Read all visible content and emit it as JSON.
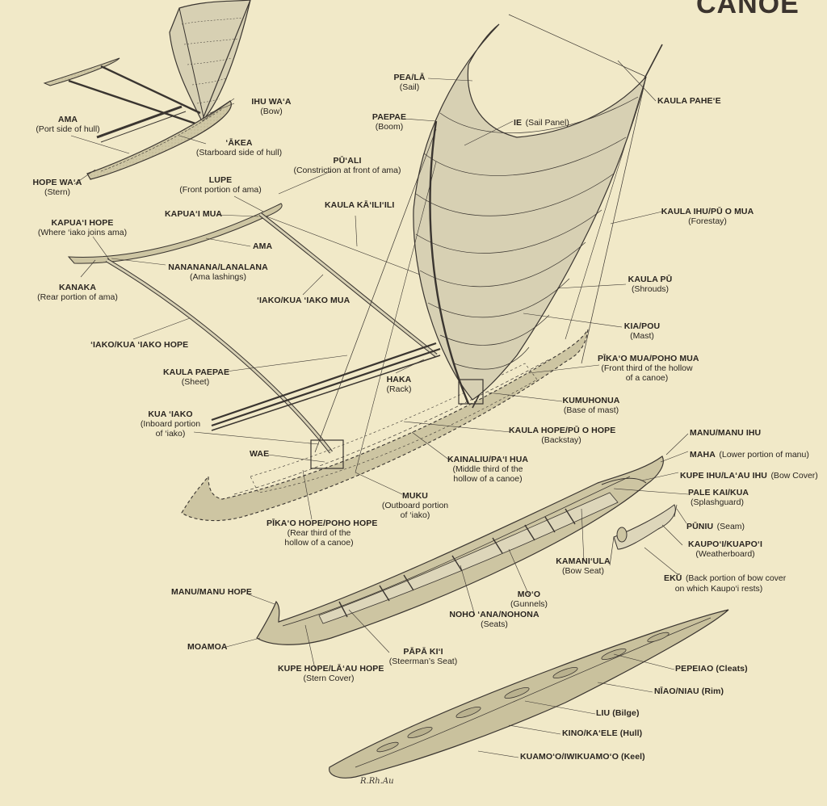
{
  "title": "CANOE",
  "signature": "R.Rh.Au",
  "labels": {
    "ama": {
      "term": "AMA",
      "desc": "(Port side of hull)"
    },
    "ihu_waa": {
      "term": "IHU WA‘A",
      "desc": "(Bow)"
    },
    "akea": {
      "term": "‘ĀKEA",
      "desc": "(Starboard side of hull)"
    },
    "hope_waa": {
      "term": "HOPE WA‘A",
      "desc": "(Stern)"
    },
    "puali": {
      "term": "PŪ‘ALI",
      "desc": "(Constriction at front of ama)"
    },
    "lupe": {
      "term": "LUPE",
      "desc": "(Front portion of ama)"
    },
    "kapuai_mua": {
      "term": "KAPUA‘I MUA"
    },
    "kaula_kailiili": {
      "term": "KAULA KĀ‘ILI‘ILI"
    },
    "kapuai_hope": {
      "term": "KAPUA‘I HOPE",
      "desc": "(Where ‘iako joins ama)"
    },
    "ama2": {
      "term": "AMA"
    },
    "nanana": {
      "term": "NANANANA/LANALANA",
      "desc": "(Ama lashings)"
    },
    "kanaka": {
      "term": "KANAKA",
      "desc": "(Rear portion of ama)"
    },
    "iako_mua": {
      "term": "‘IAKO/KUA ‘IAKO MUA"
    },
    "iako_hope": {
      "term": "‘IAKO/KUA ‘IAKO HOPE"
    },
    "kaula_paepae": {
      "term": "KAULA PAEPAE",
      "desc": "(Sheet)"
    },
    "kua_iako": {
      "term": "KUA ‘IAKO",
      "desc1": "(Inboard portion",
      "desc2": "of ‘iako)"
    },
    "wae": {
      "term": "WAE"
    },
    "haka": {
      "term": "HAKA",
      "desc": "(Rack)"
    },
    "pea_la": {
      "term": "PEA/LĀ",
      "desc": "(Sail)"
    },
    "paepae": {
      "term": "PAEPAE",
      "desc": "(Boom)"
    },
    "ie": {
      "term": "IE",
      "desc": "(Sail Panel)"
    },
    "kaula_pahee": {
      "term": "KAULA PAHE‘E"
    },
    "kaula_ihu": {
      "term": "KAULA IHU/PŪ O MUA",
      "desc": "(Forestay)"
    },
    "kaula_pu": {
      "term": "KAULA PŪ",
      "desc": "(Shrouds)"
    },
    "kia_pou": {
      "term": "KIA/POU",
      "desc": "(Mast)"
    },
    "pikao_mua": {
      "term": "PĪKA‘O MUA/POHO MUA",
      "desc1": "(Front third of the hollow",
      "desc2": "of a canoe)"
    },
    "kumuhonua": {
      "term": "KUMUHONUA",
      "desc": "(Base of mast)"
    },
    "kaula_hope": {
      "term": "KAULA HOPE/PŪ O HOPE",
      "desc": "(Backstay)"
    },
    "kainaliu": {
      "term": "KAINALIU/PA‘I HUA",
      "desc1": "(Middle third of the",
      "desc2": "hollow of a canoe)"
    },
    "muku": {
      "term": "MUKU",
      "desc1": "(Outboard portion",
      "desc2": "of ‘iako)"
    },
    "pikao_hope": {
      "term": "PĪKA‘O HOPE/POHO HOPE",
      "desc1": "(Rear third of the",
      "desc2": "hollow of a canoe)"
    },
    "manu_ihu": {
      "term": "MANU/MANU IHU"
    },
    "maha": {
      "term": "MAHA",
      "desc": "(Lower portion of manu)"
    },
    "kupe_ihu": {
      "term": "KUPE IHU/LA‘AU IHU",
      "desc": "(Bow Cover)"
    },
    "pale_kai": {
      "term": "PALE KAI/KUA",
      "desc": "(Splashguard)"
    },
    "puniu": {
      "term": "PŪNIU",
      "desc": "(Seam)"
    },
    "kaupoi": {
      "term": "KAUPO‘I/KUAPO‘I",
      "desc": "(Weatherboard)"
    },
    "eku": {
      "term": "EKŪ",
      "desc1": "(Back portion of bow cover",
      "desc2": "on which Kaupo‘i rests)"
    },
    "kamaniula": {
      "term": "KAMANI‘ULA",
      "desc": "(Bow Seat)"
    },
    "moo": {
      "term": "MO‘O",
      "desc": "(Gunnels)"
    },
    "noho_ana": {
      "term": "NOHO ‘ANA/NOHONA",
      "desc": "(Seats)"
    },
    "papa_kii": {
      "term": "PĀPĀ KI‘I",
      "desc": "(Steerman’s Seat)"
    },
    "manu_hope": {
      "term": "MANU/MANU HOPE"
    },
    "moamoa": {
      "term": "MOAMOA"
    },
    "kupe_hope": {
      "term": "KUPE HOPE/LĀ‘AU HOPE",
      "desc": "(Stern Cover)"
    },
    "pepeiao": {
      "term": "PEPEIAO (Cleats)"
    },
    "niao": {
      "term": "NĪAO/NIAU (Rim)"
    },
    "liu": {
      "term": "LIU (Bilge)"
    },
    "kino": {
      "term": "KINO/KA‘ELE (Hull)"
    },
    "kuamoo": {
      "term": "KUAMO‘O/IWIKUAMO‘O (Keel)"
    }
  },
  "colors": {
    "background": "#f1e9c8",
    "hull_fill": "#cdc5a2",
    "sail_fill": "#d7d0b3",
    "line": "#3a3530"
  }
}
